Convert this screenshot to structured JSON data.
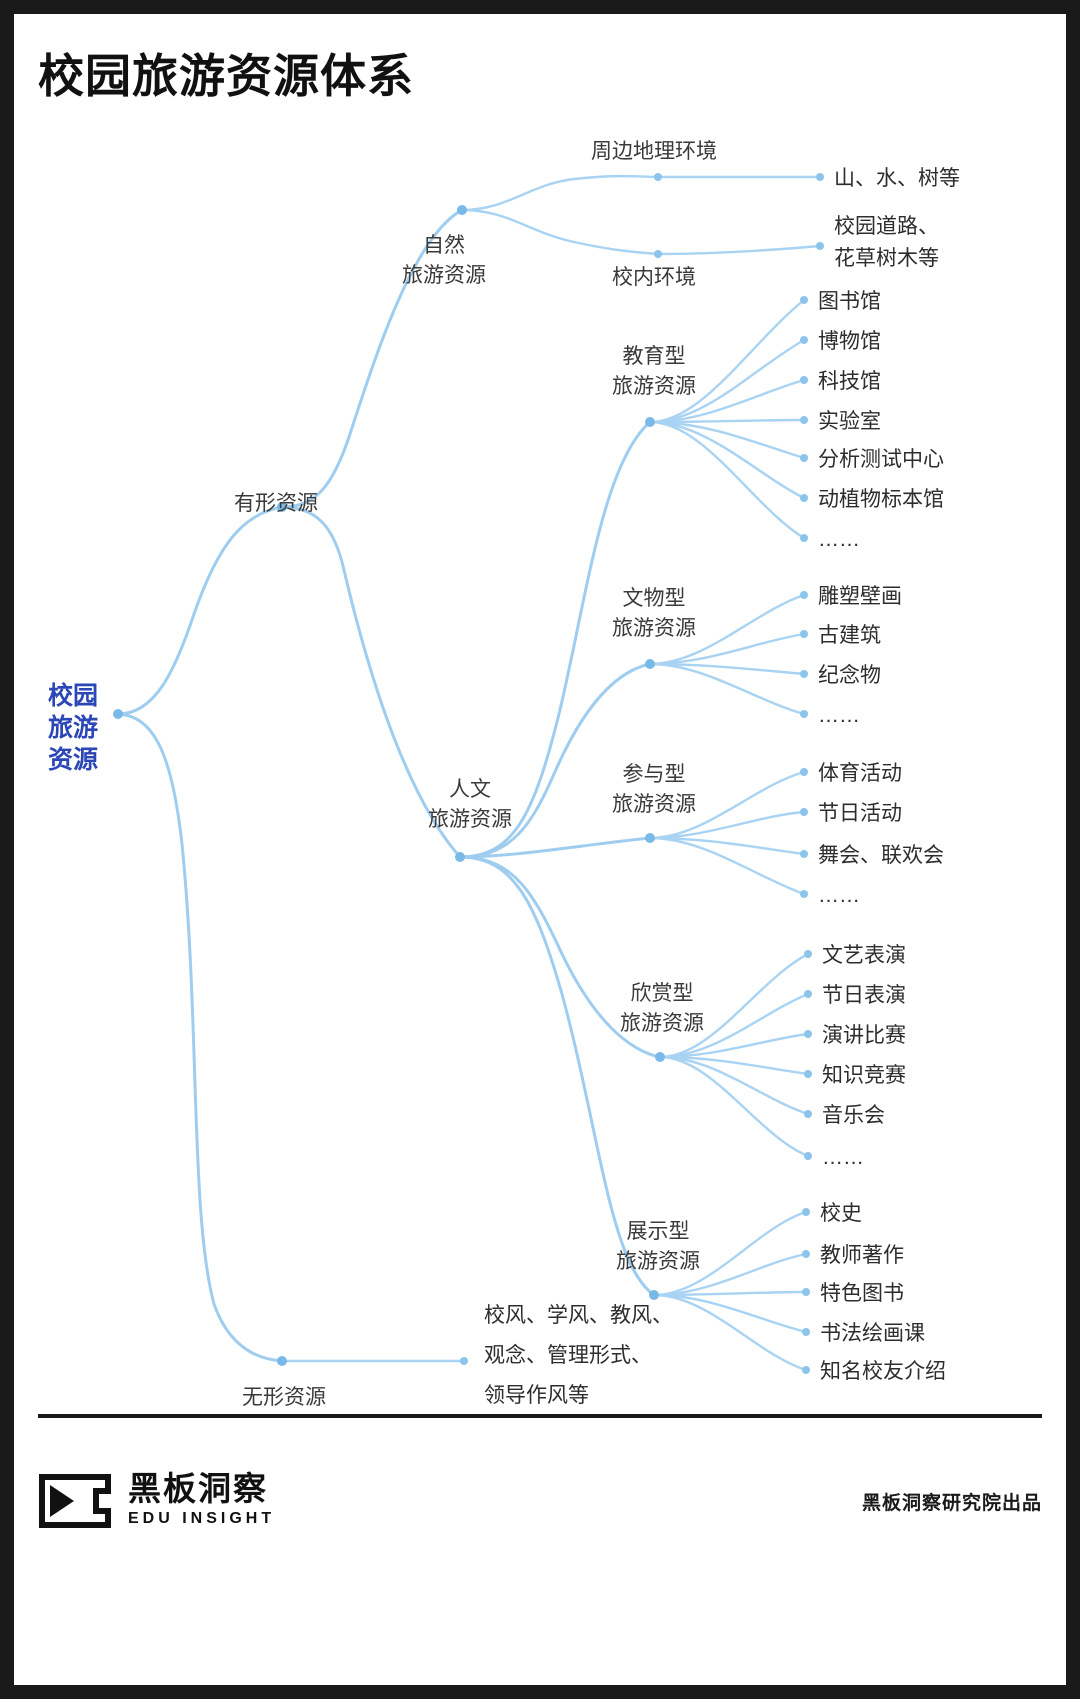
{
  "page": {
    "title": "校园旅游资源体系",
    "accent_color": "#9fcdf0",
    "root_color": "#2b46b6",
    "background": "#ffffff",
    "border_color": "#1a1a1a"
  },
  "footer": {
    "brand_cn": "黑板洞察",
    "brand_en": "EDU INSIGHT",
    "credit": "黑板洞察研究院出品"
  },
  "chart_data": {
    "type": "tree",
    "title": "校园旅游资源体系",
    "root": "校园\n旅游\n资源",
    "orientation": "left-to-right",
    "levels": 5
  },
  "tree": {
    "root": {
      "line1": "校园",
      "line2": "旅游",
      "line3": "资源"
    },
    "tangible": "有形资源",
    "intangible": "无形资源",
    "intangible_leaf": {
      "line1": "校风、学风、教风、",
      "line2": "观念、管理形式、",
      "line3": "领导作风等"
    },
    "natural": {
      "line1": "自然",
      "line2": "旅游资源"
    },
    "humanistic": {
      "line1": "人文",
      "line2": "旅游资源"
    },
    "natural_children": [
      {
        "label": "周边地理环境",
        "leaves": [
          {
            "line1": "山、水、树等"
          }
        ]
      },
      {
        "label": "校内环境",
        "leaves": [
          {
            "line1": "校园道路、",
            "line2": "花草树木等"
          }
        ]
      }
    ],
    "humanistic_children": [
      {
        "line1": "教育型",
        "line2": "旅游资源",
        "leaves": [
          "图书馆",
          "博物馆",
          "科技馆",
          "实验室",
          "分析测试中心",
          "动植物标本馆",
          "……"
        ]
      },
      {
        "line1": "文物型",
        "line2": "旅游资源",
        "leaves": [
          "雕塑壁画",
          "古建筑",
          "纪念物",
          "……"
        ]
      },
      {
        "line1": "参与型",
        "line2": "旅游资源",
        "leaves": [
          "体育活动",
          "节日活动",
          "舞会、联欢会",
          "……"
        ]
      },
      {
        "line1": "欣赏型",
        "line2": "旅游资源",
        "leaves": [
          "文艺表演",
          "节日表演",
          "演讲比赛",
          "知识竞赛",
          "音乐会",
          "……"
        ]
      },
      {
        "line1": "展示型",
        "line2": "旅游资源",
        "leaves": [
          "校史",
          "教师著作",
          "特色图书",
          "书法绘画课",
          "知名校友介绍"
        ]
      }
    ]
  }
}
